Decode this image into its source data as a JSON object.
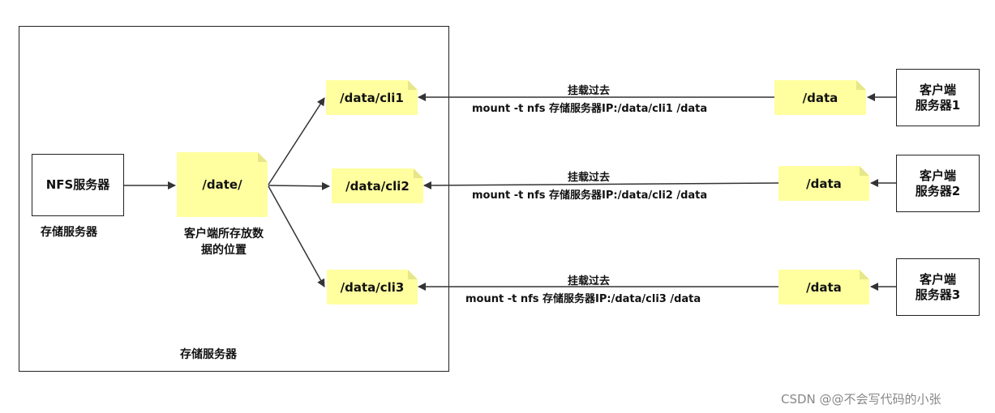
{
  "storage_server": {
    "outer_label": "存储服务器",
    "nfs_box": "NFS服务器",
    "nfs_caption": "存储服务器",
    "date_note": "/date/",
    "date_caption_line1": "客户端所存放数",
    "date_caption_line2": "据的位置",
    "cli_notes": [
      "/data/cli1",
      "/data/cli2",
      "/data/cli3"
    ]
  },
  "mounts": [
    {
      "action": "挂载过去",
      "command": "mount -t nfs   存储服务器IP:/data/cli1   /data"
    },
    {
      "action": "挂载过去",
      "command": "mount -t nfs   存储服务器IP:/data/cli2   /data"
    },
    {
      "action": "挂载过去",
      "command": "mount -t nfs   存储服务器IP:/data/cli3   /data"
    }
  ],
  "clients": [
    {
      "note": "/data",
      "line1": "客户端",
      "line2": "服务器1"
    },
    {
      "note": "/data",
      "line1": "客户端",
      "line2": "服务器2"
    },
    {
      "note": "/data",
      "line1": "客户端",
      "line2": "服务器3"
    }
  ],
  "watermark": "CSDN @@不会写代码的小张",
  "colors": {
    "note_fill": "#ffff9f",
    "line": "#333333"
  }
}
